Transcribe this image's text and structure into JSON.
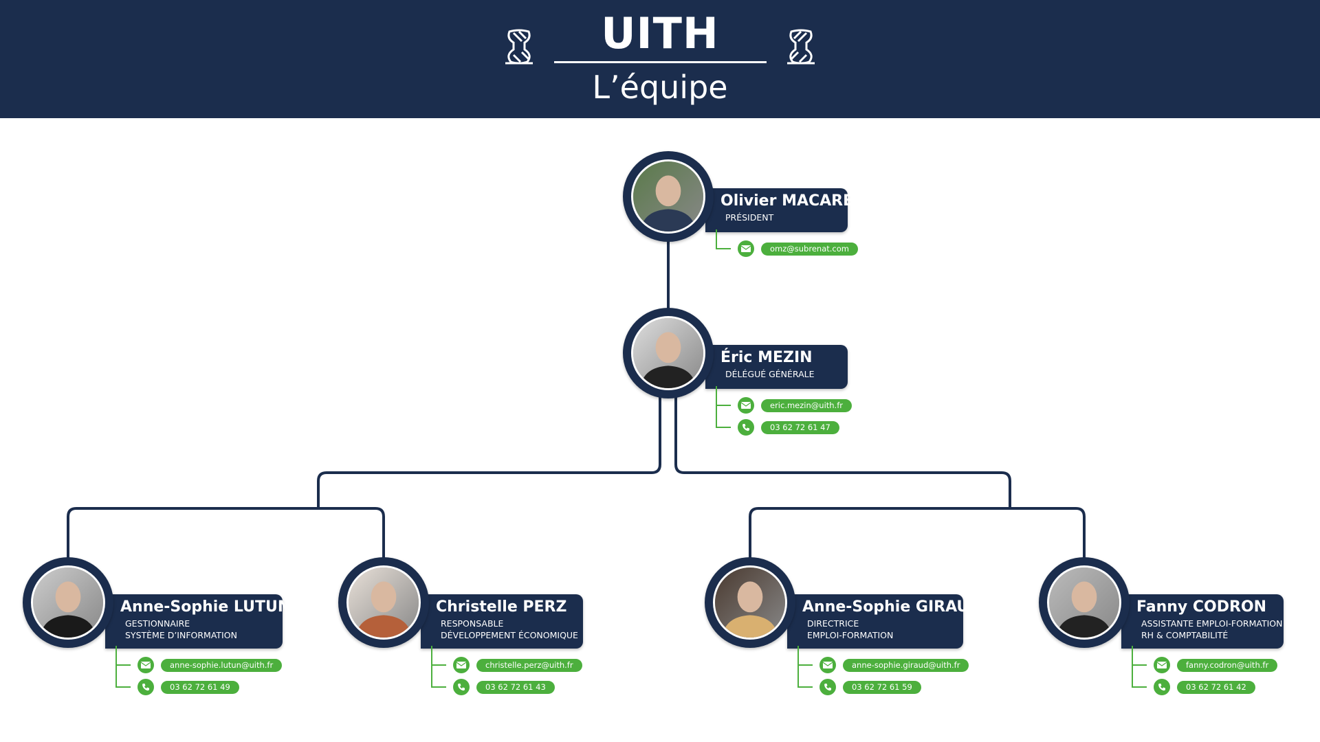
{
  "header": {
    "title": "UITH",
    "subtitle": "L’équipe"
  },
  "colors": {
    "navy": "#1b2d4d",
    "green": "#4caf3d"
  },
  "people": [
    {
      "name": "Olivier MACAREZ",
      "role": [
        "PRÉSIDENT"
      ],
      "email": "omz@subrenat.com"
    },
    {
      "name": "Éric MEZIN",
      "role": [
        "DÉLÉGUÉ GÉNÉRALE"
      ],
      "email": "eric.mezin@uith.fr",
      "phone": "03 62 72 61 47"
    },
    {
      "name": "Anne-Sophie LUTUN",
      "role": [
        "GESTIONNAIRE",
        "SYSTÈME D’INFORMATION"
      ],
      "email": "anne-sophie.lutun@uith.fr",
      "phone": "03 62 72 61 49"
    },
    {
      "name": "Christelle PERZ",
      "role": [
        "RESPONSABLE",
        "DÉVELOPPEMENT ÉCONOMIQUE"
      ],
      "email": "christelle.perz@uith.fr",
      "phone": "03 62 72 61 43"
    },
    {
      "name": "Anne-Sophie GIRAUD",
      "role": [
        "DIRECTRICE",
        "EMPLOI-FORMATION"
      ],
      "email": "anne-sophie.giraud@uith.fr",
      "phone": "03 62 72 61 59"
    },
    {
      "name": "Fanny CODRON",
      "role": [
        "ASSISTANTE EMPLOI-FORMATION",
        "RH & COMPTABILITÉ"
      ],
      "email": "fanny.codron@uith.fr",
      "phone": "03 62 72 61 42"
    }
  ]
}
